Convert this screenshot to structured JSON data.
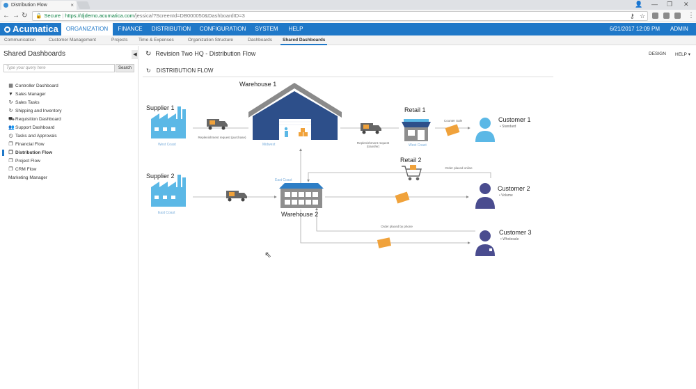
{
  "browser": {
    "tab_title": "Distribution Flow",
    "url_secure": "Secure",
    "url_host": "https://djdemo.acumatica.com",
    "url_path": "/jessica/?ScreenId=DB000050&DashboardID=3"
  },
  "app": {
    "logo": "Acumatica",
    "nav": [
      "ORGANIZATION",
      "FINANCE",
      "DISTRIBUTION",
      "CONFIGURATION",
      "SYSTEM",
      "HELP"
    ],
    "datetime": "6/21/2017  12:09 PM",
    "user": "ADMIN",
    "subnav": [
      "Communication",
      "Customer Management",
      "Projects",
      "Time & Expenses",
      "Organization Structure",
      "Dashboards",
      "Shared Dashboards"
    ]
  },
  "sidebar": {
    "title": "Shared Dashboards",
    "search_placeholder": "Type your query here",
    "search_button": "Search",
    "items": [
      {
        "label": "Controller Dashboard",
        "icon": "calculator-icon"
      },
      {
        "label": "Sales Manager",
        "icon": "filter-icon"
      },
      {
        "label": "Sales Tasks",
        "icon": "refresh-icon"
      },
      {
        "label": "Shipping and Inventory",
        "icon": "refresh-icon"
      },
      {
        "label": "Requisition Dashboard",
        "icon": "truck-icon"
      },
      {
        "label": "Support Dashboard",
        "icon": "users-icon"
      },
      {
        "label": "Tasks and Approvals",
        "icon": "clock-icon"
      },
      {
        "label": "Financial Flow",
        "icon": "window-icon"
      },
      {
        "label": "Distribution Flow",
        "icon": "window-icon"
      },
      {
        "label": "Project Flow",
        "icon": "window-icon"
      },
      {
        "label": "CRM Flow",
        "icon": "window-icon"
      },
      {
        "label": "Marketing Manager",
        "icon": ""
      }
    ]
  },
  "main": {
    "breadcrumb": "Revision Two HQ  -  Distribution Flow",
    "design_label": "DESIGN",
    "help_label": "HELP",
    "dashboard_title": "DISTRIBUTION FLOW"
  },
  "diagram": {
    "supplier1": "Supplier 1",
    "supplier1_sub": "West Coast",
    "supplier2": "Supplier 2",
    "supplier2_sub": "East Coast",
    "warehouse1": "Warehouse 1",
    "warehouse1_sub": "Midwest",
    "warehouse2": "Warehouse 2",
    "warehouse2_sub": "East Coast",
    "retail1": "Retail 1",
    "retail1_sub": "West Coast",
    "retail2": "Retail 2",
    "customer1": "Customer 1",
    "customer1_bullet": "•  Standard",
    "customer2": "Customer 2",
    "customer2_bullet": "•  Volume",
    "customer3": "Customer 3",
    "customer3_bullet": "•  Wholesale",
    "flow_replenish_w1": "Replenishment request (purchase)",
    "flow_replenish_r1_a": "Replenishment request",
    "flow_replenish_r1_b": "(transfer)",
    "flow_counter_sale": "Counter Sale",
    "flow_order_online_r2": "Order placed online",
    "flow_order_phone": "Order placed by phone",
    "colors": {
      "brand": "#1f78c8",
      "icon_light": "#5bb8e6",
      "warehouse": "#2d4f8a",
      "box": "#f0a23b",
      "person": "#4a4c8f"
    }
  }
}
